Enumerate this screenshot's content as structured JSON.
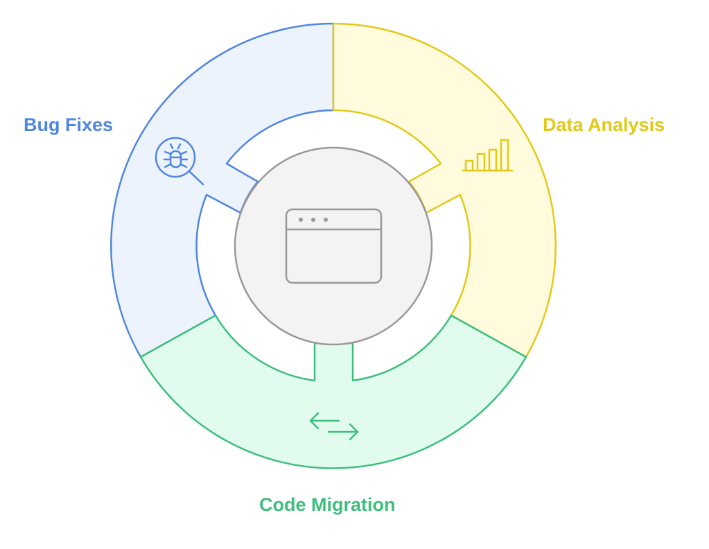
{
  "segments": [
    {
      "id": "bug",
      "label": "Bug Fixes",
      "icon": "bug-magnifier-icon",
      "stroke": "#4f86e0",
      "fill": "#ecf3fd"
    },
    {
      "id": "data",
      "label": "Data Analysis",
      "icon": "bar-chart-icon",
      "stroke": "#e2c918",
      "fill": "#fffbdc"
    },
    {
      "id": "code",
      "label": "Code Migration",
      "icon": "arrows-left-right-icon",
      "stroke": "#3cbf7c",
      "fill": "#e1fcee"
    }
  ],
  "center": {
    "icon": "browser-window-icon",
    "stroke": "#999999",
    "fill": "#f3f3f3"
  }
}
